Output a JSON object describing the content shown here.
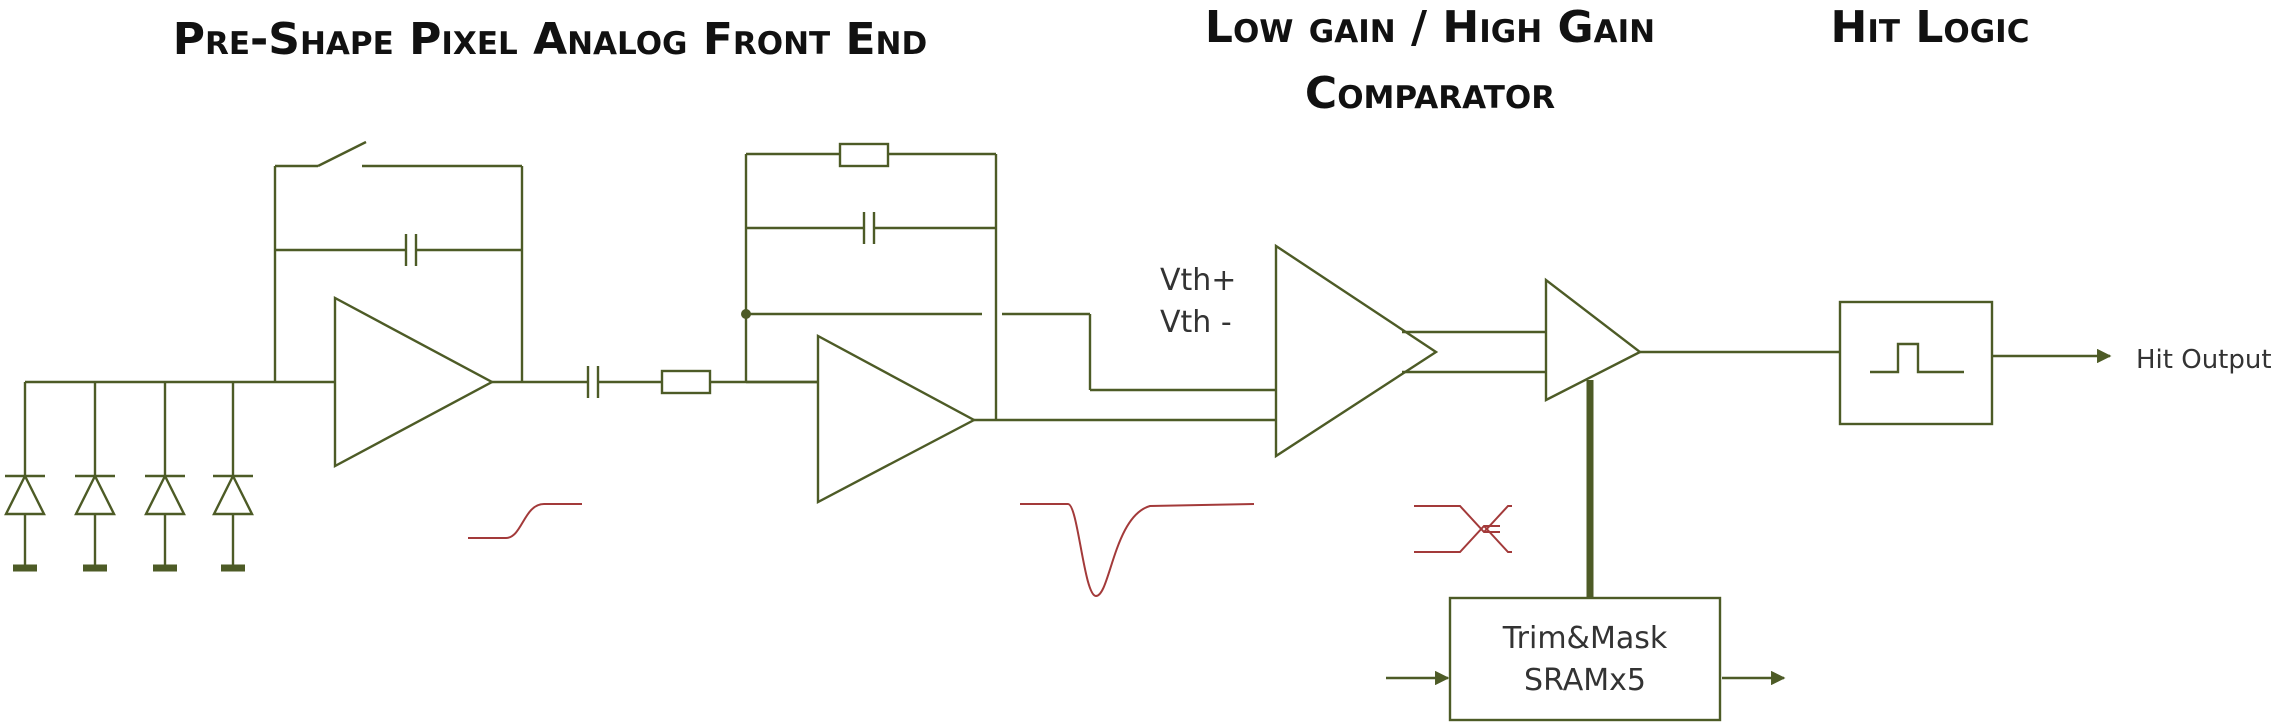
{
  "headings": {
    "afe": "Pre-Shape Pixel Analog Front End",
    "comparator_line1": "Low gain / High Gain",
    "comparator_line2": "Comparator",
    "hit_logic": "Hit Logic"
  },
  "labels": {
    "vth_plus": "Vth+",
    "vth_minus": "Vth -",
    "hit_output": "Hit Output",
    "trim_line1": "Trim&Mask",
    "trim_line2": "SRAMx5"
  },
  "colors": {
    "circuit": "#4d5b26",
    "waveform": "#a33a3a",
    "heading_text": "#111111"
  }
}
